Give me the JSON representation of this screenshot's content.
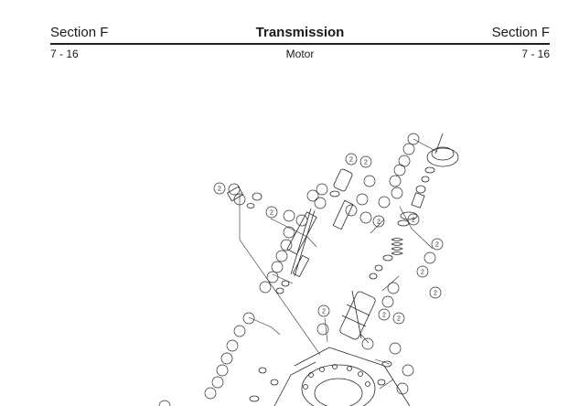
{
  "header": {
    "section_left": "Section F",
    "title": "Transmission",
    "section_right": "Section F"
  },
  "subheader": {
    "page_left": "7 - 16",
    "subtitle": "Motor",
    "page_right": "7 - 16"
  },
  "diagram": {
    "callouts": [
      "2",
      "2",
      "2",
      "2",
      "2",
      "2",
      "2",
      "2",
      "2",
      "2",
      "2",
      "2"
    ]
  }
}
